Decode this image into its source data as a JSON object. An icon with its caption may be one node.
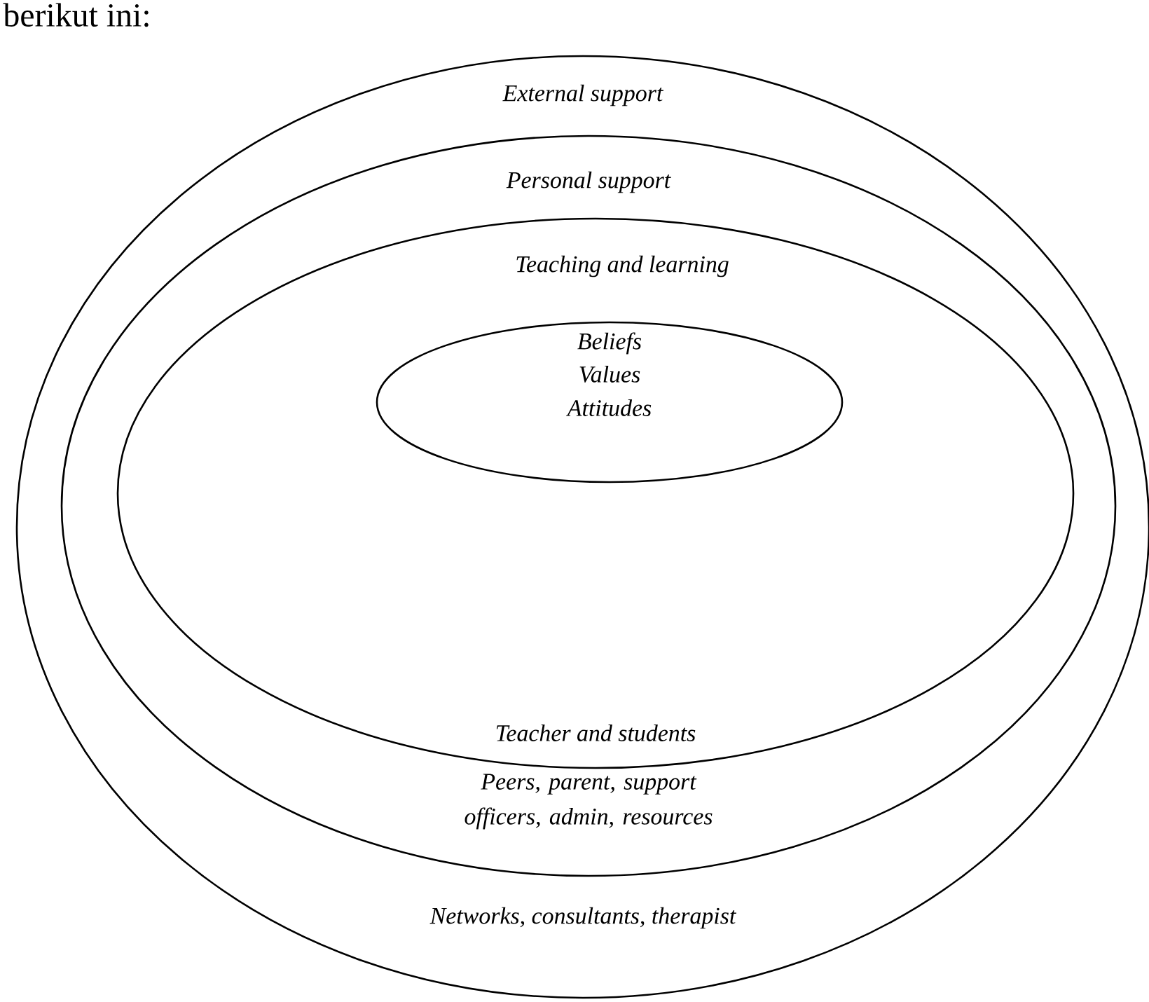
{
  "diagram": {
    "nodes": [
      {
        "text": [
          "External support",
          "Networks, consultants, therapist"
        ]
      },
      {
        "text": [
          "Personal support",
          "Peers, parent, support officers, admin, resources"
        ],
        "in": 0
      },
      {
        "text": [
          "Teaching and learning",
          "Teacher and students"
        ],
        "in": 1
      },
      {
        "text": [
          "Beliefs",
          "Values",
          "Attitudes"
        ],
        "in": 2
      }
    ],
    "labels": [
      "berikut ini:"
    ]
  }
}
